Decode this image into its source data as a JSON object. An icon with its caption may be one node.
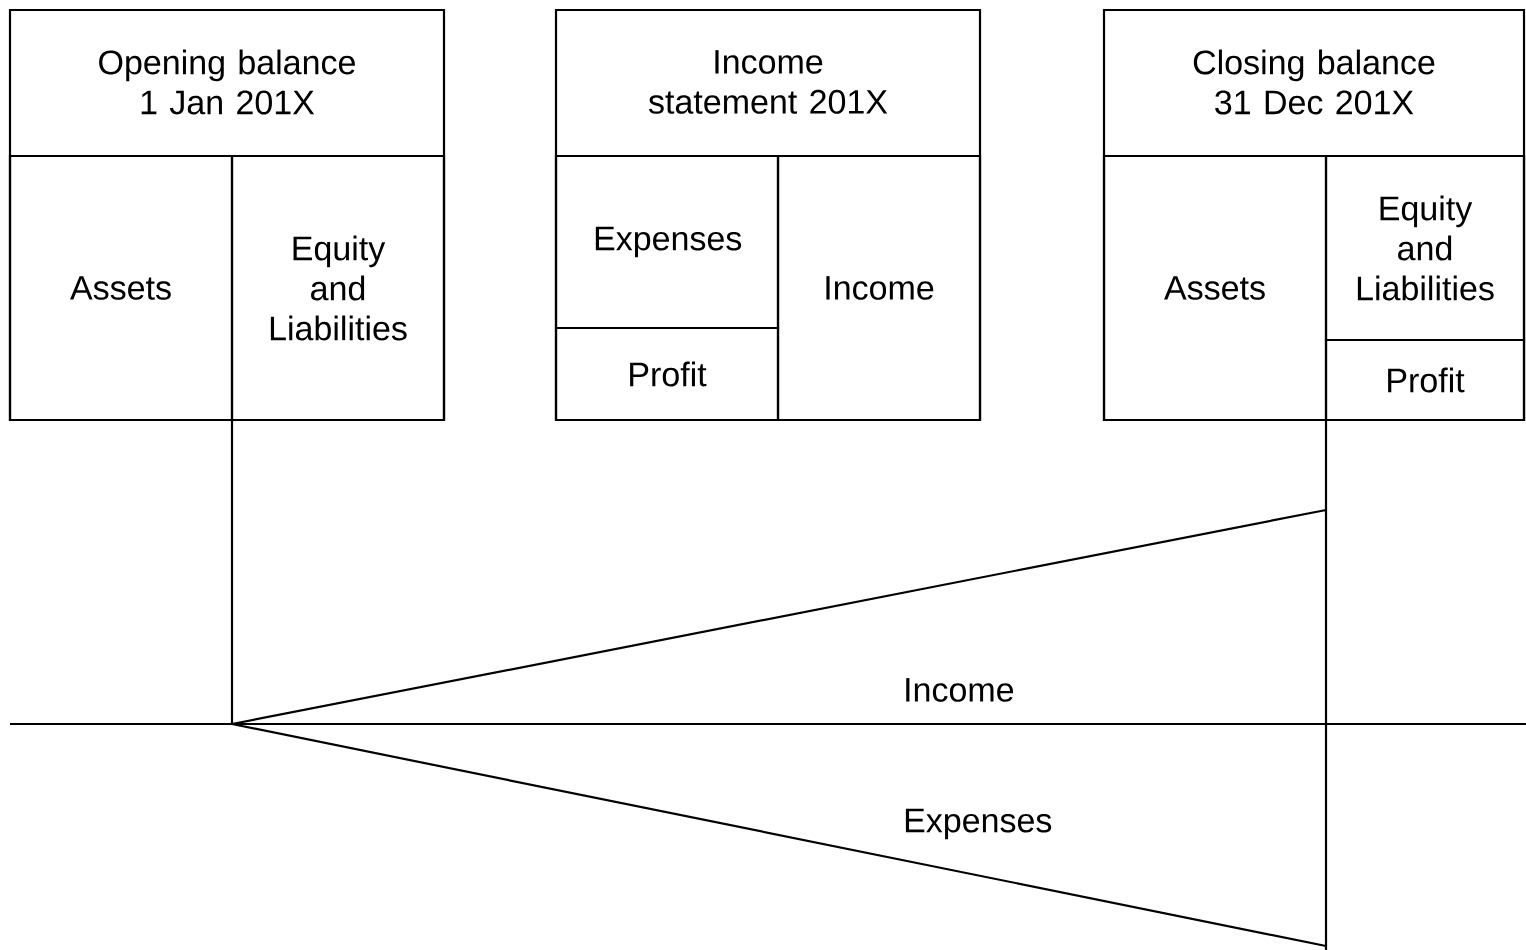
{
  "diagram": {
    "nodes": [
      {
        "text": [
          "Opening balance 1 Jan 201X"
        ]
      },
      {
        "text": [
          "Assets"
        ],
        "in": 0
      },
      {
        "text": [
          "Equity and Liabilities"
        ],
        "in": 0
      },
      {
        "text": [
          "Income statement 201X"
        ]
      },
      {
        "text": [
          "Expenses"
        ],
        "in": 3
      },
      {
        "text": [
          "Profit"
        ],
        "in": 3
      },
      {
        "text": [
          "Income"
        ],
        "in": 3
      },
      {
        "text": [
          "Closing balance 31 Dec 201X"
        ]
      },
      {
        "text": [
          "Assets"
        ],
        "in": 7
      },
      {
        "text": [
          "Equity and Liabilities"
        ],
        "in": 7
      },
      {
        "text": [
          "Profit"
        ],
        "in": 7
      }
    ],
    "edges": [],
    "labels": [
      "Income",
      "Expenses"
    ]
  }
}
